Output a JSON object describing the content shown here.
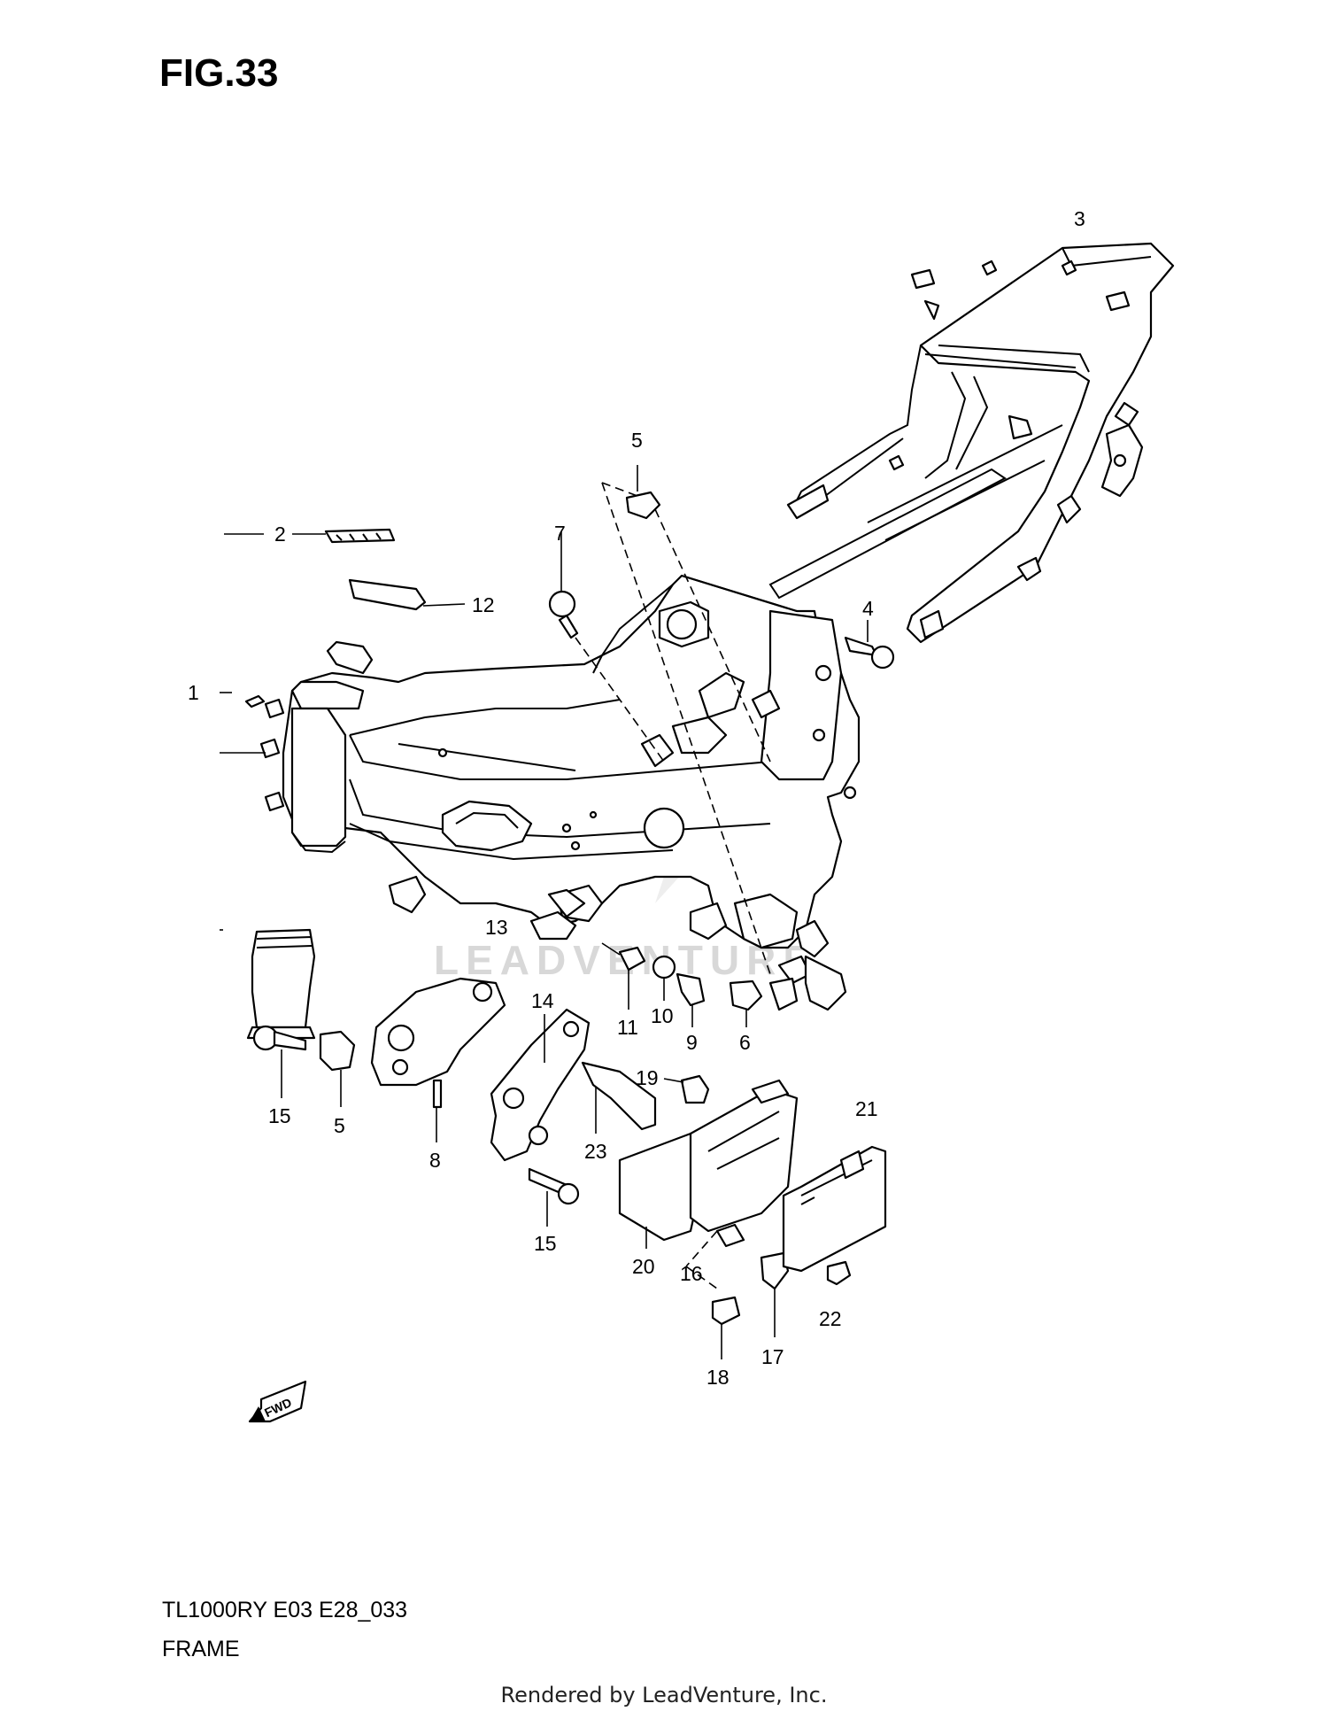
{
  "figure": {
    "title": "FIG.33"
  },
  "footer": {
    "model_code": "TL1000RY E03 E28_033",
    "section_name": "FRAME",
    "credit": "Rendered by LeadVenture, Inc."
  },
  "watermark": {
    "text": "LEADVENTURE"
  },
  "fwd_arrow": {
    "label": "FWD"
  },
  "callouts": {
    "c1": "1",
    "c2": "2",
    "c3": "3",
    "c4": "4",
    "c5a": "5",
    "c5b": "5",
    "c6": "6",
    "c7": "7",
    "c8": "8",
    "c9": "9",
    "c10": "10",
    "c11": "11",
    "c12": "12",
    "c13": "13",
    "c14": "14",
    "c15a": "15",
    "c15b": "15",
    "c16": "16",
    "c17": "17",
    "c18": "18",
    "c19": "19",
    "c20": "20",
    "c21": "21",
    "c22": "22",
    "c23": "23"
  }
}
